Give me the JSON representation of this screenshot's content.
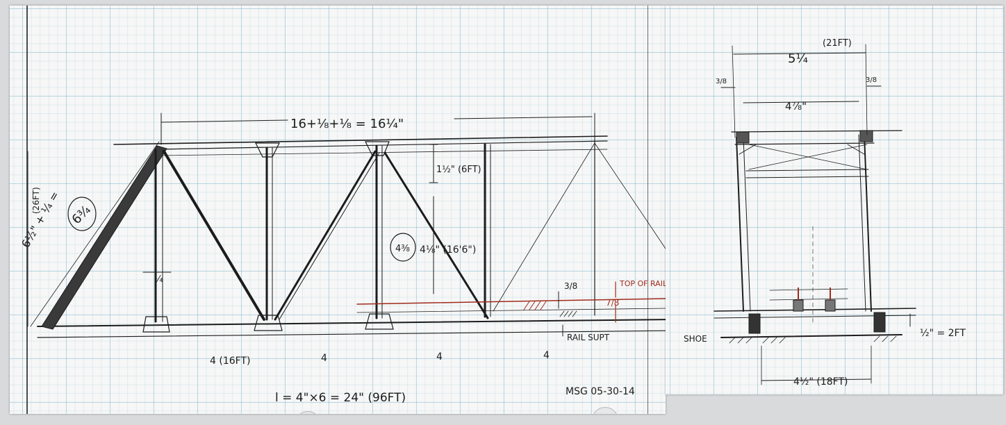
{
  "colors": {
    "ink": "#1c1c1c",
    "red_ink": "#a02a1c",
    "grid": "#5096be",
    "paper": "#f6f7f6"
  },
  "side_view": {
    "top_span": "16+⅛+⅛ = 16¼\"",
    "panel_height_top": "1½\" (6FT)",
    "panel_height_lower": "4⅛\" (16'6\")",
    "circled_value": "4⅜",
    "height_formula": "6½\" + ¼ = ",
    "height_circled": "6¾",
    "height_ft": "(26FT)",
    "member_width": "¼",
    "panel_labels": [
      "4 (16FT)",
      "4",
      "4",
      "4"
    ],
    "rail_height": "3/8",
    "top_of_rail": "TOP OF RAIL",
    "rail_offset": "7/8",
    "rail_support": "RAIL SUPT",
    "length_formula": "l = 4\"×6 = 24\" (96FT)",
    "signature": "MSG 05-30-14"
  },
  "end_view": {
    "overall_width": "5¼",
    "overall_width_ft": "(21FT)",
    "side_offset_left": "3/8",
    "side_offset_right": "3/8",
    "inner_width": "4⅞\"",
    "shoe_label": "SHOE",
    "shoe_height": "½\" = 2FT",
    "base_width": "4½\" (18FT)"
  }
}
